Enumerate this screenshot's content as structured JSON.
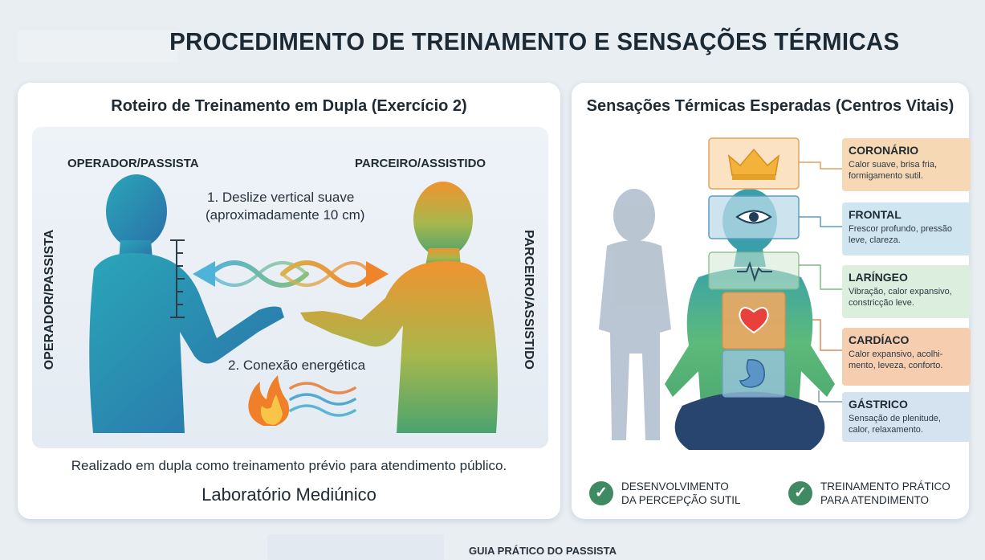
{
  "title": "PROCEDIMENTO DE TREINAMENTO E SENSAÇÕES TÉRMICAS",
  "left_panel": {
    "heading": "Roteiro de Treinamento em Dupla (Exercício 2)",
    "operator_label": "OPERADOR/PASSISTA",
    "partner_label": "PARCEIRO/ASSISTIDO",
    "operator_vertical": "OPERADOR/PASSISTA",
    "partner_vertical": "PARCEIRO/ASSISTIDO",
    "step1_line1": "1. Deslize vertical suave",
    "step1_line2": "(aproximadamente 10 cm)",
    "step2": "2. Conexão energética",
    "caption": "Realizado em dupla como treinamento prévio para atendimento público.",
    "subtitle": "Laboratório Mediúnico",
    "colors": {
      "operator": "#2f8fb0",
      "partner": "#e8903a",
      "arrow_blue": "#5fb6d8",
      "arrow_orange": "#f08a30"
    }
  },
  "right_panel": {
    "heading": "Sensações Térmicas Esperadas (Centros Vitais)",
    "centers": [
      {
        "name": "CORONÁRIO",
        "description": "Calor suave, brisa fria, formigamento sutil.",
        "color": "#f6d9b4",
        "icon": "crown-icon"
      },
      {
        "name": "FRONTAL",
        "description": "Frescor profundo, pressão leve, clareza.",
        "color": "#cfe6f0",
        "icon": "eye-icon"
      },
      {
        "name": "LARÍNGEO",
        "description": "Vibração, calor expansivo, constricção leve.",
        "color": "#dceedd",
        "icon": "pulse-icon"
      },
      {
        "name": "CARDÍACO",
        "description": "Calor expansivo, acolhi-mento, leveza, conforto.",
        "color": "#f7cdb0",
        "icon": "heart-icon"
      },
      {
        "name": "GÁSTRICO",
        "description": "Sensação de plenitude, calor, relaxamento.",
        "color": "#d5e2f0",
        "icon": "stomach-icon"
      }
    ],
    "badge1_line1": "DESENVOLVIMENTO",
    "badge1_line2": "DA PERCEPÇÃO SUTIL",
    "badge2_line1": "TREINAMENTO PRÁTICO",
    "badge2_line2": "PARA ATENDIMENTO",
    "check_glyph": "✓"
  },
  "footer": "GUIA PRÁTICO DO PASSISTA"
}
